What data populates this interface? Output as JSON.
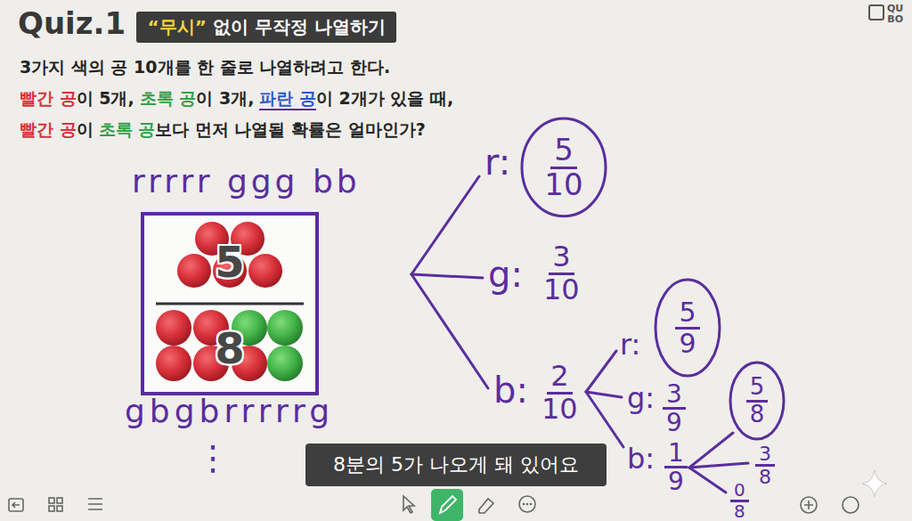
{
  "diagram": {
    "title": "Quiz.1",
    "nodes": [
      {
        "text": [
          "“무시”",
          "없이 무작정 나열하기"
        ]
      },
      {
        "text": [
          "5",
          "8"
        ]
      },
      {
        "text": [
          "5",
          "10"
        ]
      },
      {
        "text": [
          "5",
          "9"
        ]
      },
      {
        "text": [
          "5",
          "8"
        ]
      },
      {
        "text": [
          "8분의 5가 나오게 돼 있어요"
        ]
      }
    ],
    "labels": [
      "3가지 색의 공 10개를 한 줄로 나열하려고 한다.",
      "빨간 공",
      "이 5개,",
      "초록 공",
      "이 3개,",
      "파란 공",
      "이 2개가 있을 때,",
      "빨간 공",
      "이",
      "초록 공",
      "보다 먼저 나열될 확률은 얼마인가?",
      "rrrrr ggg bb",
      "gbgbrrrrrg",
      "⋮",
      "r:",
      "g:",
      "3",
      "10",
      "b:",
      "2",
      "10",
      "r:",
      "g:",
      "3",
      "9",
      "b:",
      "1",
      "9",
      "3",
      "8",
      "0",
      "8",
      "QU",
      "BO"
    ]
  }
}
